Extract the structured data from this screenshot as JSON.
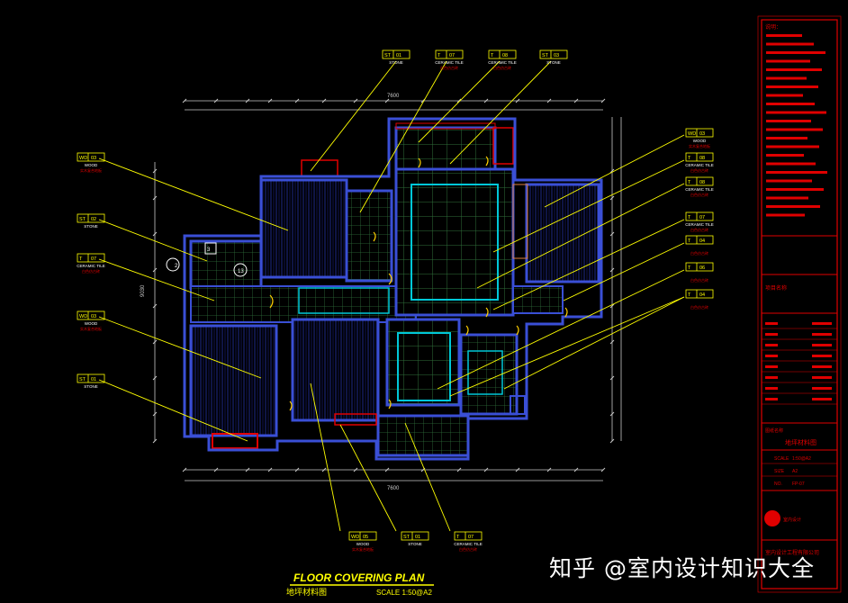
{
  "plan": {
    "title": "FLOOR COVERING PLAN",
    "subtitle_cn": "地坪材料图",
    "scale": "SCALE 1:50@A2"
  },
  "callouts": [
    {
      "code": "ST",
      "num": "01",
      "mat": "STONE",
      "desc": ""
    },
    {
      "code": "T",
      "num": "07",
      "mat": "CERAMIC TILE",
      "desc": "白色仿古砖"
    },
    {
      "code": "T",
      "num": "08",
      "mat": "CERAMIC TILE",
      "desc": "白色仿古砖"
    },
    {
      "code": "ST",
      "num": "03",
      "mat": "STONE",
      "desc": ""
    },
    {
      "code": "WD",
      "num": "03",
      "mat": "WOOD",
      "desc": "实木复合地板"
    },
    {
      "code": "ST",
      "num": "02",
      "mat": "STONE",
      "desc": ""
    },
    {
      "code": "T",
      "num": "07",
      "mat": "CERAMIC TILE",
      "desc": "白色仿古砖"
    },
    {
      "code": "WD",
      "num": "03",
      "mat": "WOOD",
      "desc": "实木复合地板"
    },
    {
      "code": "ST",
      "num": "01",
      "mat": "STONE",
      "desc": ""
    },
    {
      "code": "WD",
      "num": "03",
      "mat": "WOOD",
      "desc": "实木复合地板"
    },
    {
      "code": "T",
      "num": "08",
      "mat": "CERAMIC TILE",
      "desc": "白色仿古砖"
    },
    {
      "code": "T",
      "num": "08",
      "mat": "CERAMIC TILE",
      "desc": "白色仿古砖"
    },
    {
      "code": "T",
      "num": "07",
      "mat": "CERAMIC TILE",
      "desc": "白色仿古砖"
    },
    {
      "code": "T",
      "num": "04",
      "mat": "",
      "desc": "白色仿古砖"
    },
    {
      "code": "T",
      "num": "06",
      "mat": "",
      "desc": "白色仿古砖"
    },
    {
      "code": "T",
      "num": "04",
      "mat": "",
      "desc": "白色仿古砖"
    },
    {
      "code": "WD",
      "num": "05",
      "mat": "WOOD",
      "desc": "实木复合地板"
    },
    {
      "code": "ST",
      "num": "01",
      "mat": "STONE",
      "desc": ""
    },
    {
      "code": "T",
      "num": "07",
      "mat": "CERAMIC TILE",
      "desc": "白色仿古砖"
    }
  ],
  "tags": [
    {
      "label": "2"
    },
    {
      "label": "3"
    },
    {
      "label": "13"
    }
  ],
  "dims": {
    "top": "7600",
    "left": "9030",
    "bottom": "7600"
  },
  "titleblock": {
    "notes_title": "说明：",
    "project_label": "项目名称",
    "drawing_label": "图纸名称",
    "drawing_name": "地坪材料图",
    "scale_label": "SCALE",
    "scale_value": "1:50@A2",
    "size_label": "SIZE",
    "size_value": "A2",
    "no_label": "NO.",
    "no_value": "FP-07",
    "logo_text": "室内设计",
    "footer_text": "室内设计工程有限公司"
  },
  "watermark": "知乎 @室内设计知识大全",
  "colors": {
    "bg": "#000000",
    "wall": "#3a4fd6",
    "yellow": "#ffff00",
    "red": "#e00000",
    "cyan": "#00c8d8",
    "green": "#2e8b3a",
    "white": "#ffffff"
  }
}
